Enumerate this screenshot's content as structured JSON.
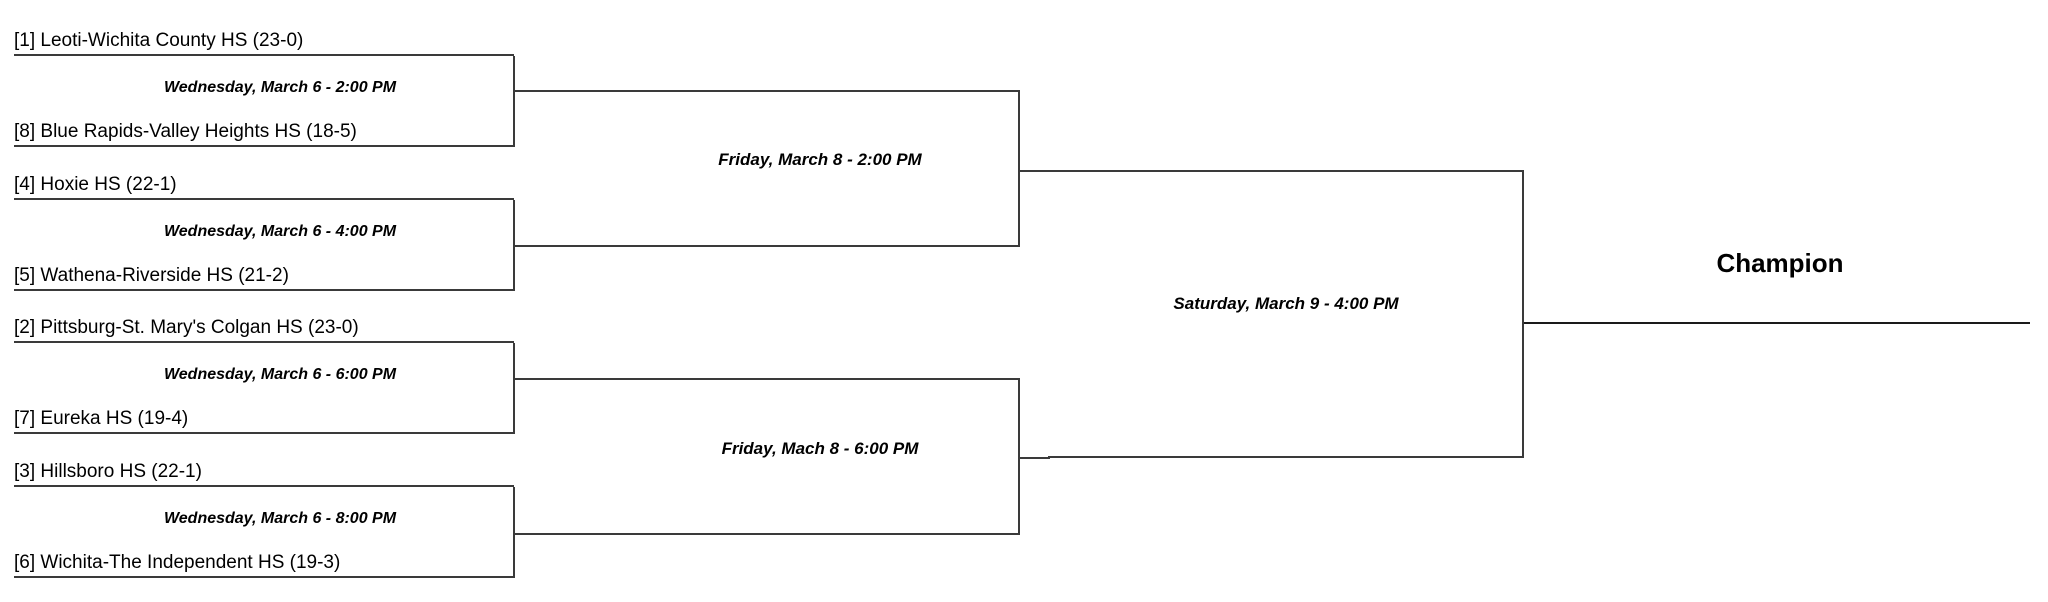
{
  "bracket": {
    "champion_label": "Champion",
    "round1": [
      {
        "top_team": "[1] Leoti-Wichita County HS (23-0)",
        "bottom_team": "[8] Blue Rapids-Valley Heights HS (18-5)",
        "game_label": "Wednesday, March 6 - 2:00 PM"
      },
      {
        "top_team": "[4] Hoxie HS (22-1)",
        "bottom_team": "[5] Wathena-Riverside HS (21-2)",
        "game_label": "Wednesday, March 6 - 4:00 PM"
      },
      {
        "top_team": "[2] Pittsburg-St. Mary's Colgan HS (23-0)",
        "bottom_team": "[7] Eureka HS (19-4)",
        "game_label": "Wednesday, March 6 - 6:00 PM"
      },
      {
        "top_team": "[3] Hillsboro HS (22-1)",
        "bottom_team": "[6] Wichita-The Independent HS (19-3)",
        "game_label": "Wednesday, March 6 - 8:00 PM"
      }
    ],
    "round2": [
      {
        "game_label": "Friday, March 8 - 2:00 PM"
      },
      {
        "game_label": "Friday, Mach 8 - 6:00 PM"
      }
    ],
    "final": {
      "game_label": "Saturday, March 9 - 4:00 PM"
    }
  },
  "colors": {
    "line": "#3a3a3a",
    "text": "#000000",
    "background": "#ffffff"
  }
}
